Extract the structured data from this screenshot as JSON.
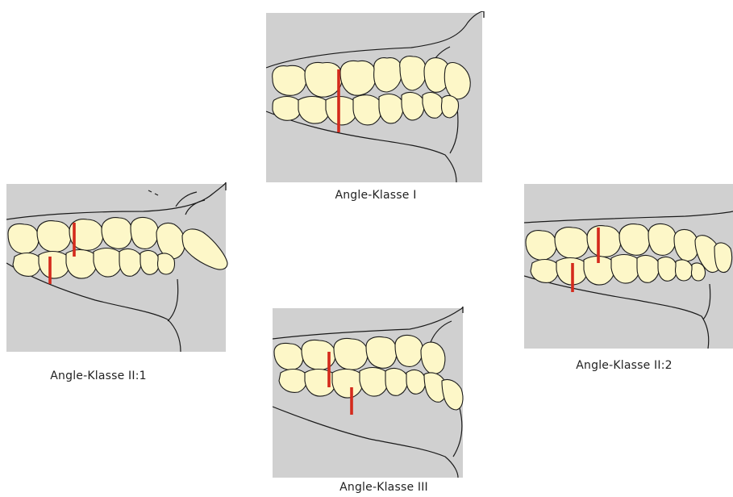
{
  "figures": [
    {
      "id": "class-1",
      "caption": "Angle-Klasse I"
    },
    {
      "id": "class-2-1",
      "caption": "Angle-Klasse II:1"
    },
    {
      "id": "class-2-2",
      "caption": "Angle-Klasse II:2"
    },
    {
      "id": "class-3",
      "caption": "Angle-Klasse III"
    }
  ],
  "colors": {
    "tooth_fill": "#fdf7c8",
    "gum_fill": "#d0d0d0",
    "outline": "#1a1a1a",
    "marker_red": "#d42a1c"
  }
}
